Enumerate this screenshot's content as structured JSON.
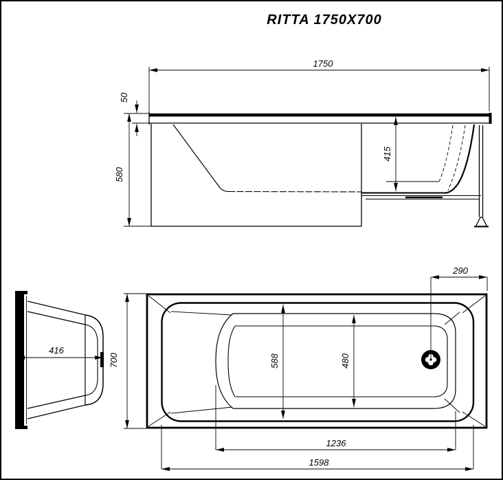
{
  "title": "RITTA 1750X700",
  "dimensions": {
    "side": {
      "overall_length": "1750",
      "rim_height": "50",
      "overall_height": "580",
      "inner_depth": "415"
    },
    "end": {
      "bottom_width": "416"
    },
    "plan": {
      "overall_width": "700",
      "drain_offset": "290",
      "inner_rim_width": "588",
      "bottom_width": "480",
      "bottom_length": "1236",
      "inner_rim_length": "1598"
    }
  },
  "colors": {
    "line": "#000000",
    "background": "#ffffff"
  }
}
